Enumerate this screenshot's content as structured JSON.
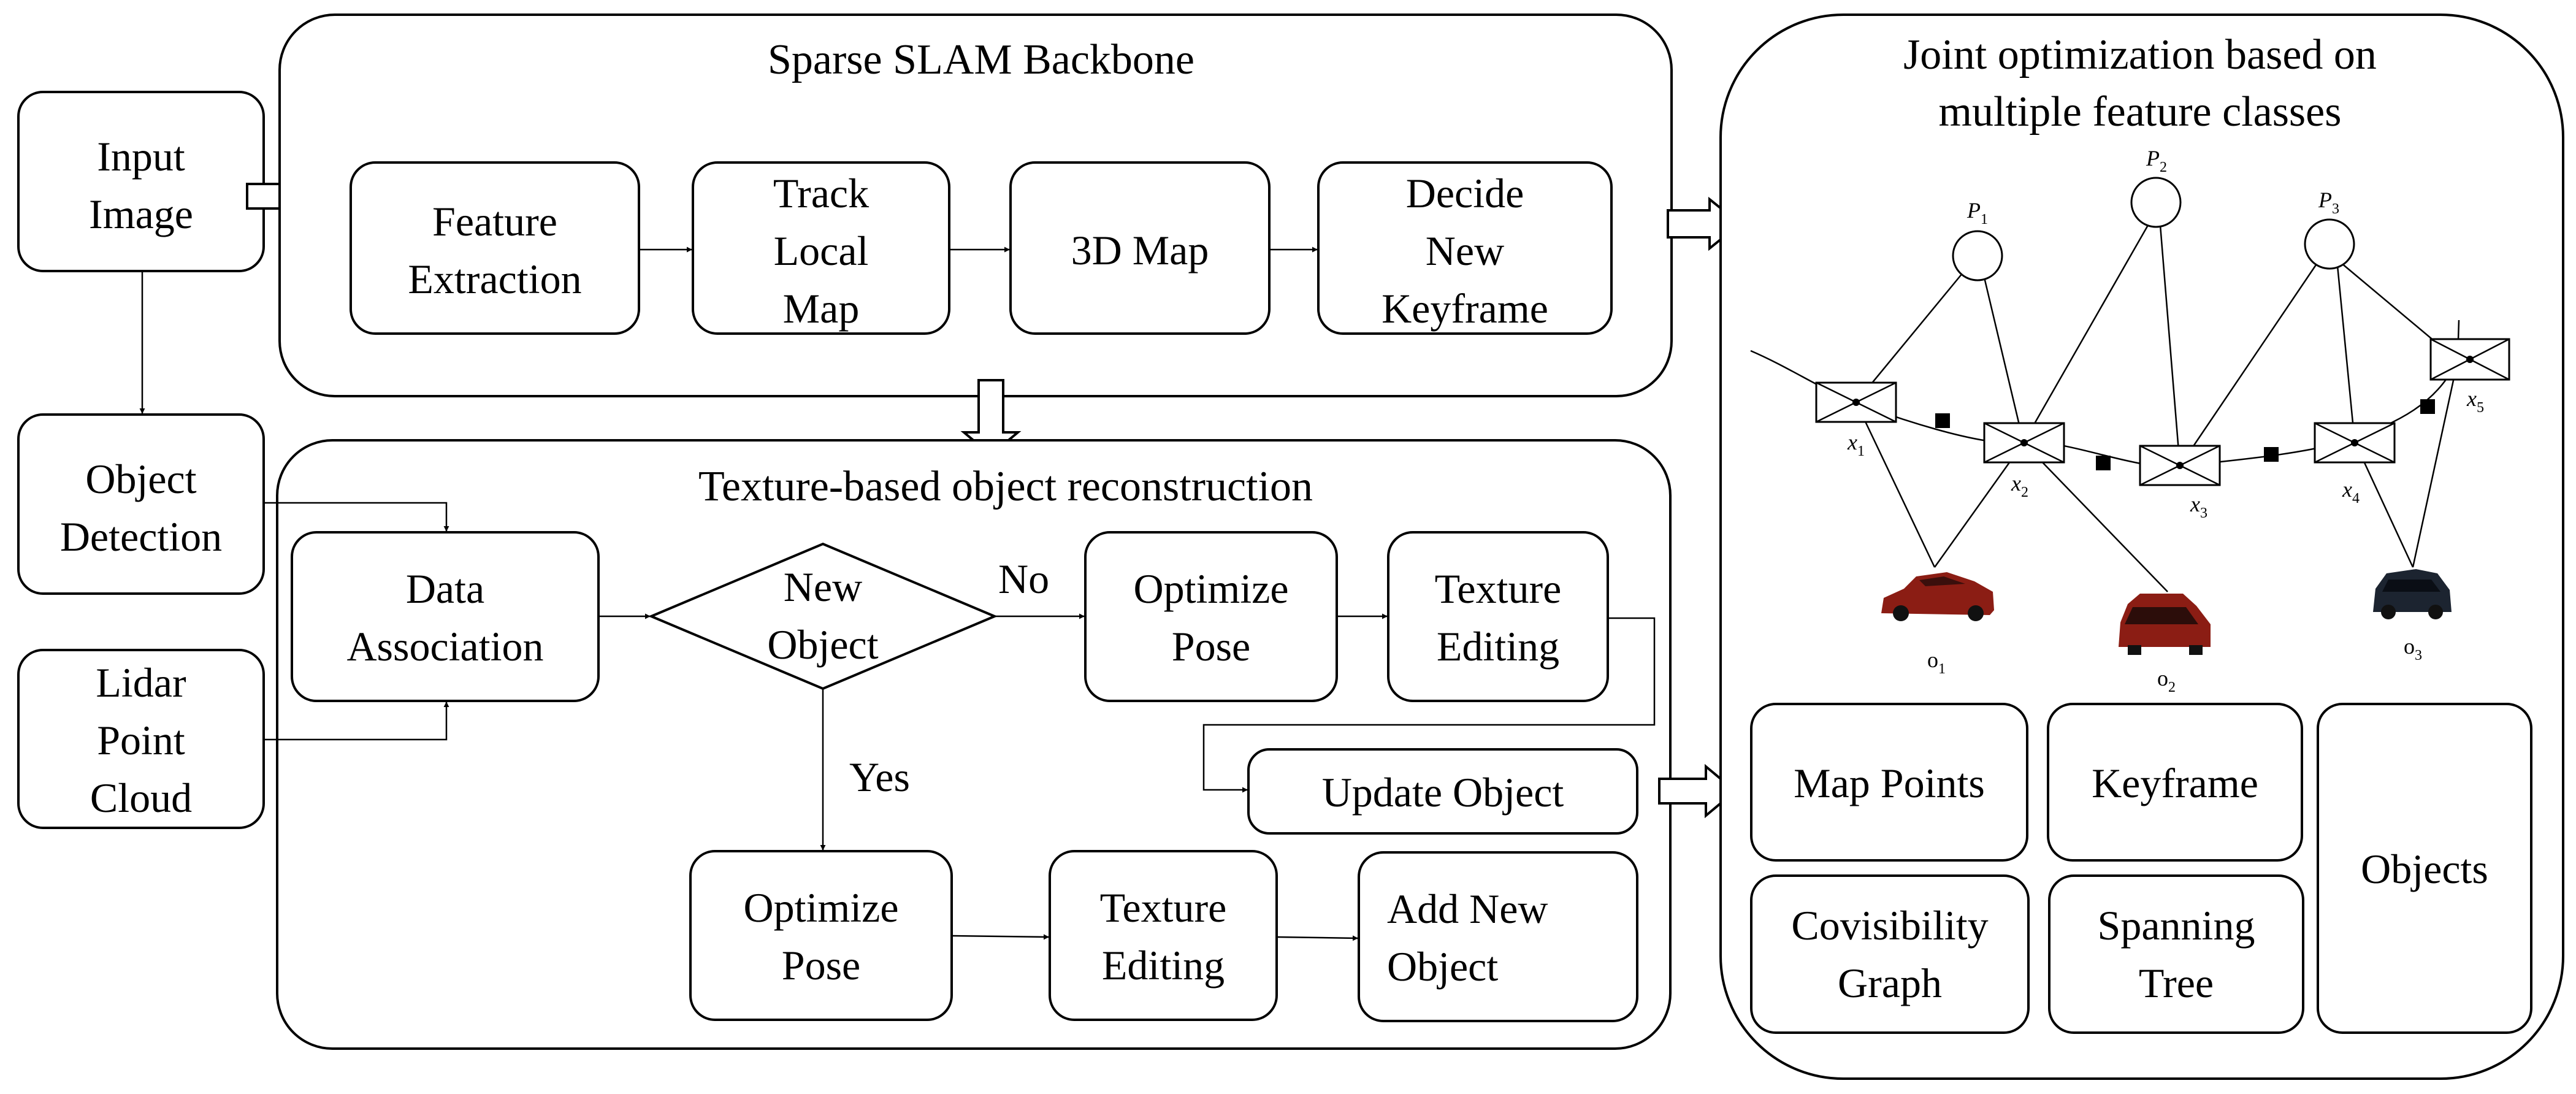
{
  "inputs": {
    "input_image": [
      "Input",
      "Image"
    ],
    "object_detection": [
      "Object",
      "Detection"
    ],
    "lidar_point_cloud": [
      "Lidar",
      "Point",
      "Cloud"
    ]
  },
  "slam": {
    "title": "Sparse SLAM Backbone",
    "feature_extraction": [
      "Feature",
      "Extraction"
    ],
    "track_local_map": [
      "Track",
      "Local",
      "Map"
    ],
    "map_3d": "3D Map",
    "decide_new_keyframe": [
      "Decide",
      "New",
      "Keyframe"
    ]
  },
  "recon": {
    "title": "Texture-based object reconstruction",
    "data_association": [
      "Data",
      "Association"
    ],
    "new_object": [
      "New",
      "Object"
    ],
    "no_label": "No",
    "yes_label": "Yes",
    "optimize_pose_top": [
      "Optimize",
      "Pose"
    ],
    "texture_editing_top": [
      "Texture",
      "Editing"
    ],
    "update_object": "Update Object",
    "optimize_pose_bottom": [
      "Optimize",
      "Pose"
    ],
    "texture_editing_bottom": [
      "Texture",
      "Editing"
    ],
    "add_new_object": [
      "Add New",
      "Object"
    ]
  },
  "joint": {
    "title": [
      "Joint optimization based on",
      "multiple feature classes"
    ],
    "points": [
      {
        "base": "P",
        "sub": "1"
      },
      {
        "base": "P",
        "sub": "2"
      },
      {
        "base": "P",
        "sub": "3"
      }
    ],
    "poses": [
      {
        "base": "x",
        "sub": "1"
      },
      {
        "base": "x",
        "sub": "2"
      },
      {
        "base": "x",
        "sub": "3"
      },
      {
        "base": "x",
        "sub": "4"
      },
      {
        "base": "x",
        "sub": "5"
      }
    ],
    "objects": [
      {
        "base": "o",
        "sub": "1"
      },
      {
        "base": "o",
        "sub": "2"
      },
      {
        "base": "o",
        "sub": "3"
      }
    ],
    "map_points": "Map Points",
    "keyframe": "Keyframe",
    "objects_label": "Objects",
    "covisibility_graph": [
      "Covisibility",
      "Graph"
    ],
    "spanning_tree": [
      "Spanning",
      "Tree"
    ]
  },
  "colors": {
    "stroke": "#000000",
    "background": "#ffffff",
    "car_red": "#8b1d14",
    "car_dark": "#1c2430"
  }
}
